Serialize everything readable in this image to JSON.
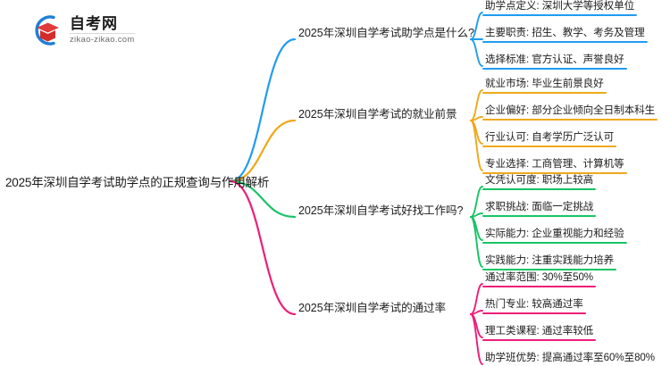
{
  "logo": {
    "name_cn": "自考网",
    "name_en": "zikao-zikao.com",
    "icon_ring": "swoosh-ring-icon",
    "icon_cap": "graduation-cap-icon",
    "ring_color": "#1E7FD4",
    "cap_color": "#E03A3A"
  },
  "mindmap": {
    "root": "2025年深圳自学考试助学点的正规查询与作用解析",
    "branches": [
      {
        "label": "2025年深圳自学考试助学点是什么?",
        "color": "#209CF0",
        "children": [
          "助学点定义: 深圳大学等授权单位",
          "主要职责: 招生、教学、考务及管理",
          "选择标准: 官方认证、声誉良好"
        ]
      },
      {
        "label": "2025年深圳自学考试的就业前景",
        "color": "#EFA81C",
        "children": [
          "就业市场: 毕业生前景良好",
          "企业偏好: 部分企业倾向全日制本科生",
          "行业认可: 自考学历广泛认可",
          "专业选择: 工商管理、计算机等"
        ]
      },
      {
        "label": "2025年深圳自学考试好找工作吗?",
        "color": "#16C464",
        "children": [
          "文凭认可度: 职场上较高",
          "求职挑战: 面临一定挑战",
          "实际能力: 企业重视能力和经验",
          "实践能力: 注重实践能力培养"
        ]
      },
      {
        "label": "2025年深圳自学考试的通过率",
        "color": "#ED1E79",
        "children": [
          "通过率范围: 30%至50%",
          "热门专业: 较高通过率",
          "理工类课程: 通过率较低",
          "助学班优势: 提高通过率至60%至80%"
        ]
      }
    ]
  }
}
